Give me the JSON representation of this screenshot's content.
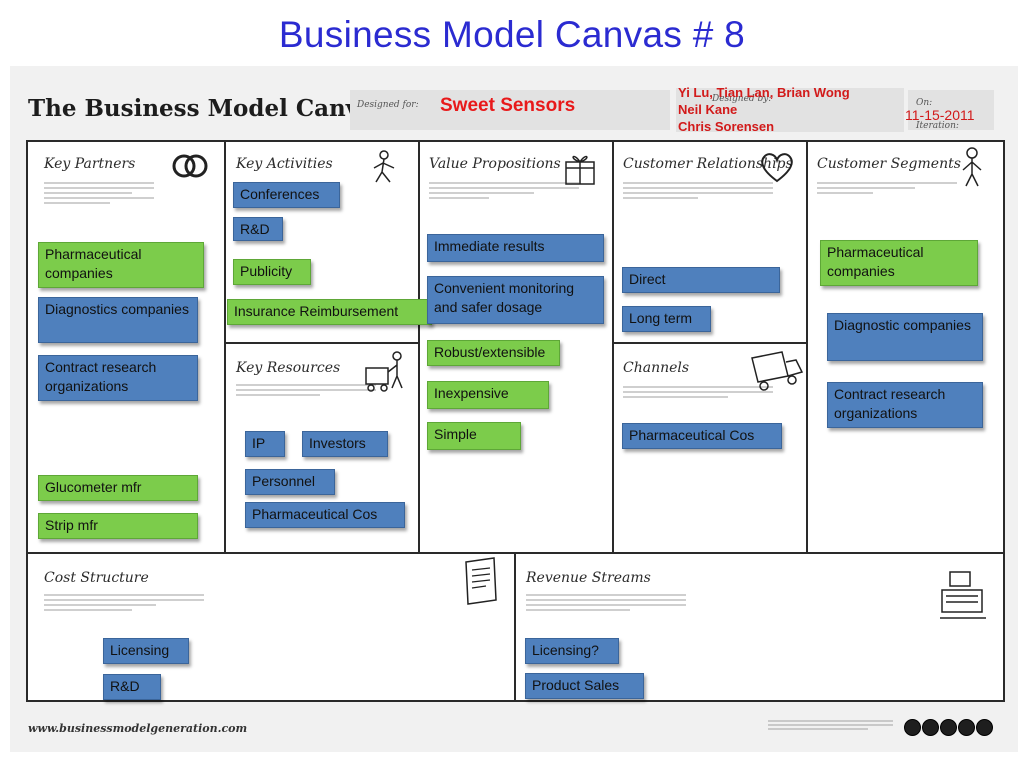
{
  "slide": {
    "title": "Business Model Canvas # 8"
  },
  "header": {
    "logo": "The Business Model Canvas",
    "designed_for_label": "Designed for:",
    "designed_by_label": "Designed by:",
    "on_label": "On:",
    "iteration_label": "Iteration:",
    "project_name": "Sweet Sensors",
    "team_line1": "Yi Lu, Tian Lan, Brian Wong",
    "team_line2": "Neil Kane",
    "team_line3": "Chris Sorensen",
    "date": "11-15-2011"
  },
  "sections": {
    "key_partners": "Key Partners",
    "key_activities": "Key Activities",
    "key_resources": "Key Resources",
    "value_propositions": "Value Propositions",
    "customer_relationships": "Customer Relationships",
    "channels": "Channels",
    "customer_segments": "Customer Segments",
    "cost_structure": "Cost Structure",
    "revenue_streams": "Revenue Streams"
  },
  "notes": {
    "kp_pharma": "Pharmaceutical companies",
    "kp_diag": "Diagnostics companies",
    "kp_cro": "Contract research organizations",
    "kp_gluco": "Glucometer mfr",
    "kp_strip": "Strip mfr",
    "ka_conf": "Conferences",
    "ka_rd": "R&D",
    "ka_pub": "Publicity",
    "ka_ins": "Insurance Reimbursement",
    "kr_ip": "IP",
    "kr_inv": "Investors",
    "kr_pers": "Personnel",
    "kr_pharma": "Pharmaceutical Cos",
    "vp_imm": "Immediate results",
    "vp_conv": "Convenient monitoring and safer dosage",
    "vp_rob": "Robust/extensible",
    "vp_inexp": "Inexpensive",
    "vp_simple": "Simple",
    "cr_direct": "Direct",
    "cr_long": "Long term",
    "ch_pharma": "Pharmaceutical Cos",
    "cs_pharma": "Pharmaceutical companies",
    "cs_diag": "Diagnostic companies",
    "cs_cro": "Contract research organizations",
    "cost_lic": "Licensing",
    "cost_rd": "R&D",
    "rev_lic": "Licensing?",
    "rev_sales": "Product Sales"
  },
  "footer": {
    "url": "www.businessmodelgeneration.com"
  },
  "colors": {
    "title": "#2b2bd1",
    "green_note": "#7ccc4b",
    "blue_note": "#4f80bd",
    "red_text": "#d21a1a"
  },
  "icons": [
    "rings-icon",
    "worker-icon",
    "gift-icon",
    "heart-icon",
    "person-icon",
    "forklift-icon",
    "truck-icon",
    "receipt-icon",
    "cash-register-icon",
    "license-icon"
  ]
}
